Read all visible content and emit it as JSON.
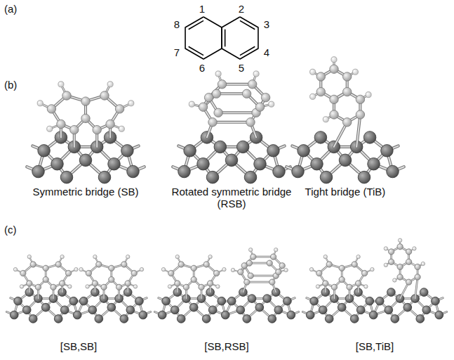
{
  "diagram": {
    "labels": [
      "(a)",
      "1",
      "2",
      "3",
      "4",
      "5",
      "6",
      "7",
      "8",
      "(b)",
      "Symmetric bridge (SB)",
      "Rotated symmetric bridge (RSB)",
      "Tight bridge (TiB)",
      "(c)",
      "[SB,SB]",
      "[SB,RSB]",
      "[SB,TiB]"
    ]
  }
}
